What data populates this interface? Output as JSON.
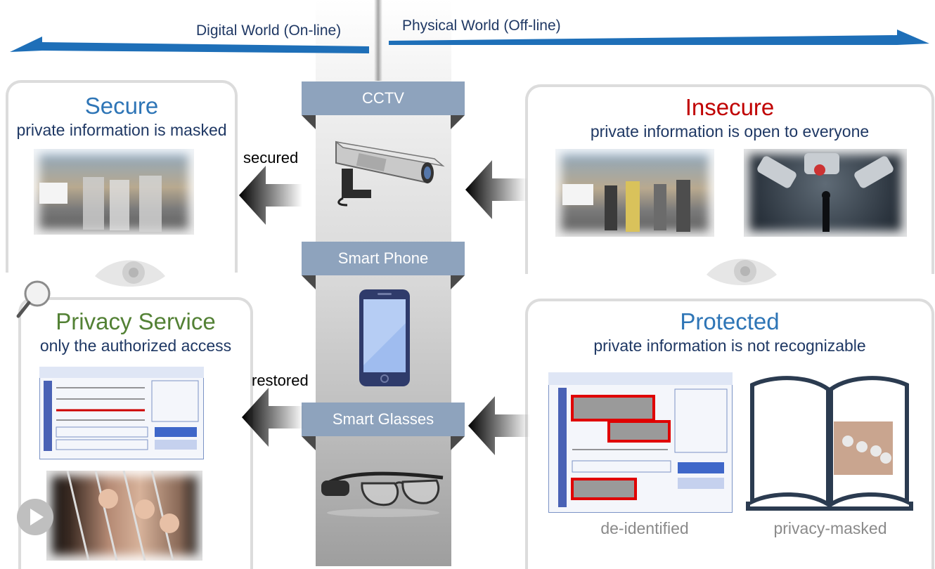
{
  "header": {
    "digital_world": "Digital World (On-line)",
    "physical_world": "Physical World (Off-line)"
  },
  "devices": {
    "cctv": "CCTV",
    "smart_phone": "Smart Phone",
    "smart_glasses": "Smart Glasses"
  },
  "arrows": {
    "secured": "secured",
    "restored": "restored"
  },
  "panels": {
    "secure": {
      "title": "Secure",
      "subtitle": "private information is masked"
    },
    "privacy_service": {
      "title": "Privacy Service",
      "subtitle": "only the authorized access"
    },
    "insecure": {
      "title": "Insecure",
      "subtitle": "private information is open to everyone"
    },
    "protected": {
      "title": "Protected",
      "subtitle": "private information is not recognizable",
      "caption_left": "de-identified",
      "caption_right": "privacy-masked"
    }
  },
  "colors": {
    "navy": "#1f3864",
    "blue_title": "#2e75b6",
    "red_title": "#c00000",
    "green_title": "#538135",
    "band": "#8ea3bd",
    "world_arrow": "#1e6fb8"
  }
}
